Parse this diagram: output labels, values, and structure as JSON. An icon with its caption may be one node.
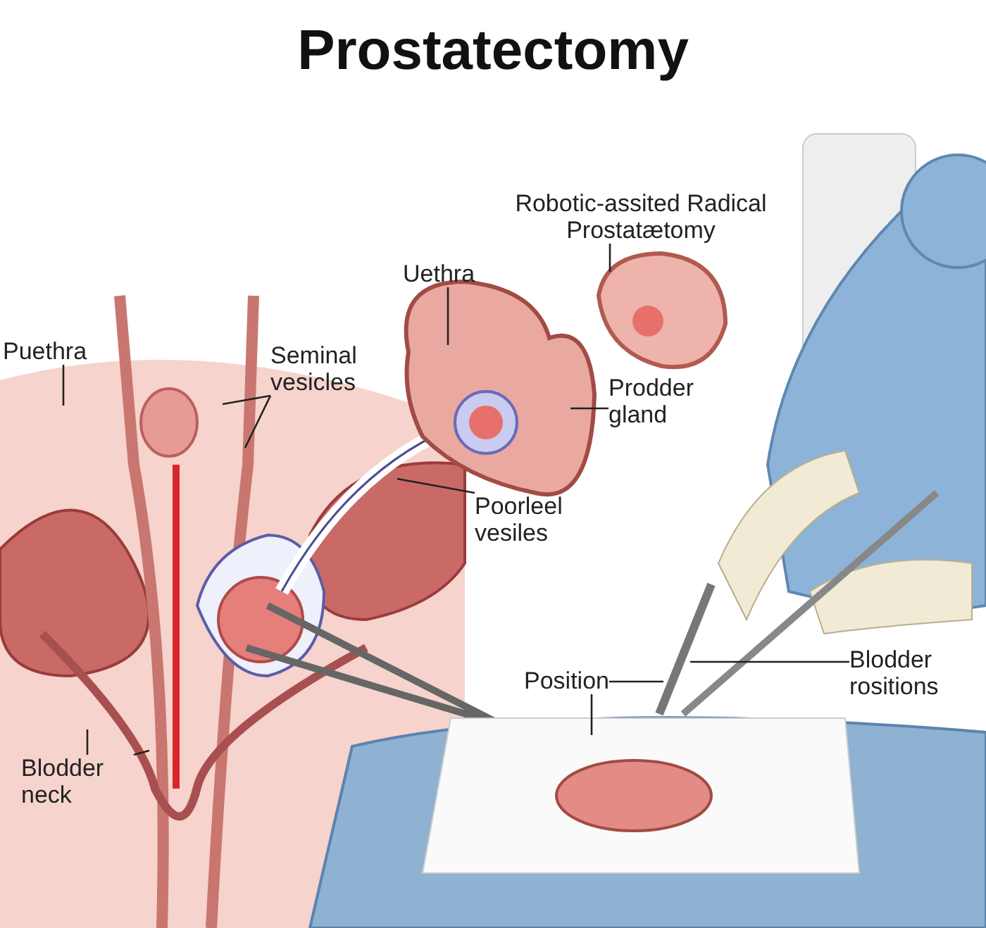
{
  "diagram": {
    "title": "Prostatectomy",
    "nodes": [
      {
        "text": [
          "Puethra"
        ]
      },
      {
        "text": [
          "Seminal vesicles"
        ]
      },
      {
        "text": [
          "Uethra"
        ]
      },
      {
        "text": [
          "Robotic-assited Radical Prostatætomy"
        ]
      },
      {
        "text": [
          "Prodder gland"
        ]
      },
      {
        "text": [
          "Poorleel vesiles"
        ]
      },
      {
        "text": [
          "Position"
        ]
      },
      {
        "text": [
          "Blodder rositions"
        ]
      },
      {
        "text": [
          "Blodder neck"
        ]
      },
      {
        "text": [],
        "shape": "picture"
      },
      {
        "text": [],
        "shape": "picture"
      },
      {
        "text": [],
        "shape": "picture"
      }
    ],
    "edges": [
      {
        "from": 0,
        "to": null,
        "arrow": "none"
      },
      {
        "from": 1,
        "to": null,
        "arrow": "none"
      },
      {
        "from": 1,
        "to": null,
        "arrow": "none"
      },
      {
        "from": 2,
        "to": 9,
        "arrow": "none"
      },
      {
        "from": 3,
        "to": 10,
        "arrow": "none"
      },
      {
        "from": 4,
        "to": 9,
        "arrow": "none"
      },
      {
        "from": 5,
        "to": 9,
        "arrow": "none"
      },
      {
        "from": 6,
        "to": 11,
        "arrow": "none"
      },
      {
        "from": 6,
        "to": null,
        "arrow": "none"
      },
      {
        "from": 7,
        "to": 11,
        "arrow": "none"
      },
      {
        "from": 8,
        "to": null,
        "arrow": "none"
      },
      {
        "from": 8,
        "to": null,
        "arrow": "none"
      }
    ]
  }
}
